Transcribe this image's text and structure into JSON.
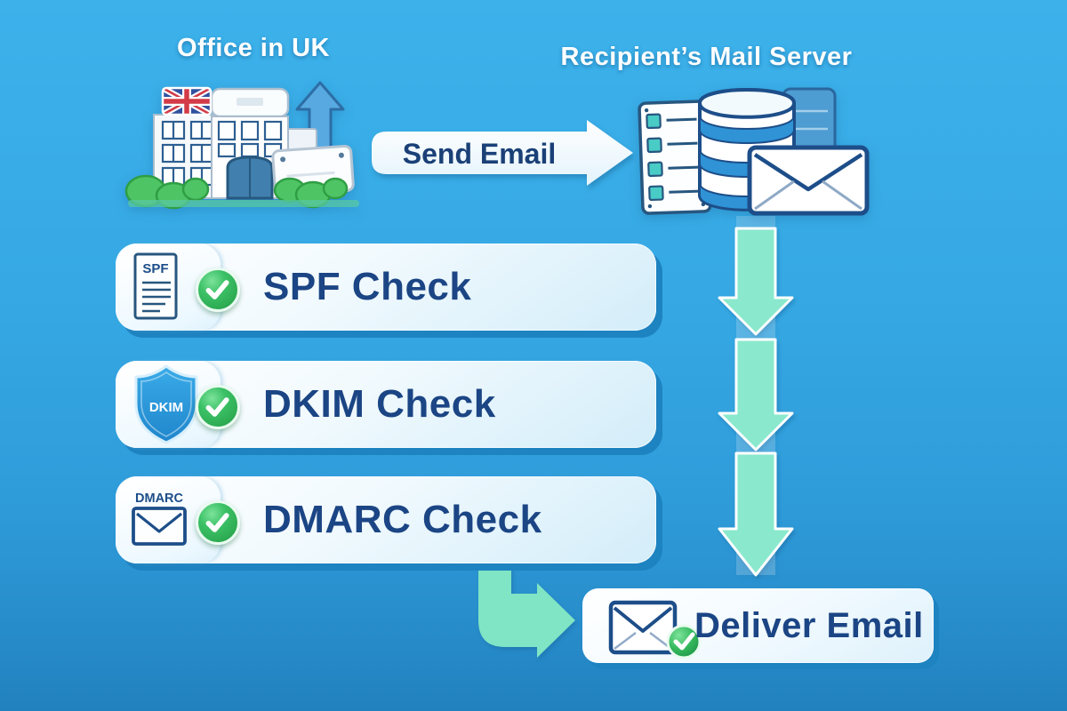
{
  "titles": {
    "office": "Office in UK",
    "server": "Recipient’s Mail Server"
  },
  "flow": {
    "send_label": "Send Email",
    "deliver_label": "Deliver Email",
    "checks": [
      {
        "label": "SPF Check",
        "badge": "SPF",
        "icon": "document-icon",
        "status_icon": "check-icon"
      },
      {
        "label": "DKIM Check",
        "badge": "DKIM",
        "icon": "shield-icon",
        "status_icon": "check-icon"
      },
      {
        "label": "DMARC Check",
        "badge": "DMARC",
        "icon": "envelope-icon",
        "status_icon": "check-icon"
      }
    ]
  },
  "colors": {
    "background_blue": "#36a9e4",
    "card_shadow_blue": "#1e83c1",
    "navy_text": "#1b4584",
    "title_text": "#ffffff",
    "success_green": "#2fae54",
    "flow_arrow_teal": "#8ae9cd",
    "shield_blue": "#2a9ade",
    "database_blue": "#2f93d6"
  }
}
